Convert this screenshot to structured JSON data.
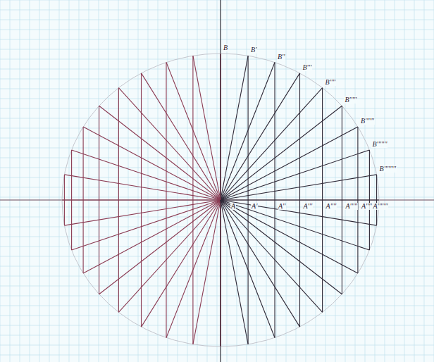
{
  "diagram": {
    "labels": [
      "B",
      "B'",
      "B''",
      "B'''",
      "B''''",
      "B'''''",
      "B''''''",
      "B'''''''",
      "B''''''''",
      "A",
      "A'",
      "A''",
      "A'''",
      "A''''",
      "A'''''",
      "A''''''",
      "A'''''''"
    ]
  }
}
